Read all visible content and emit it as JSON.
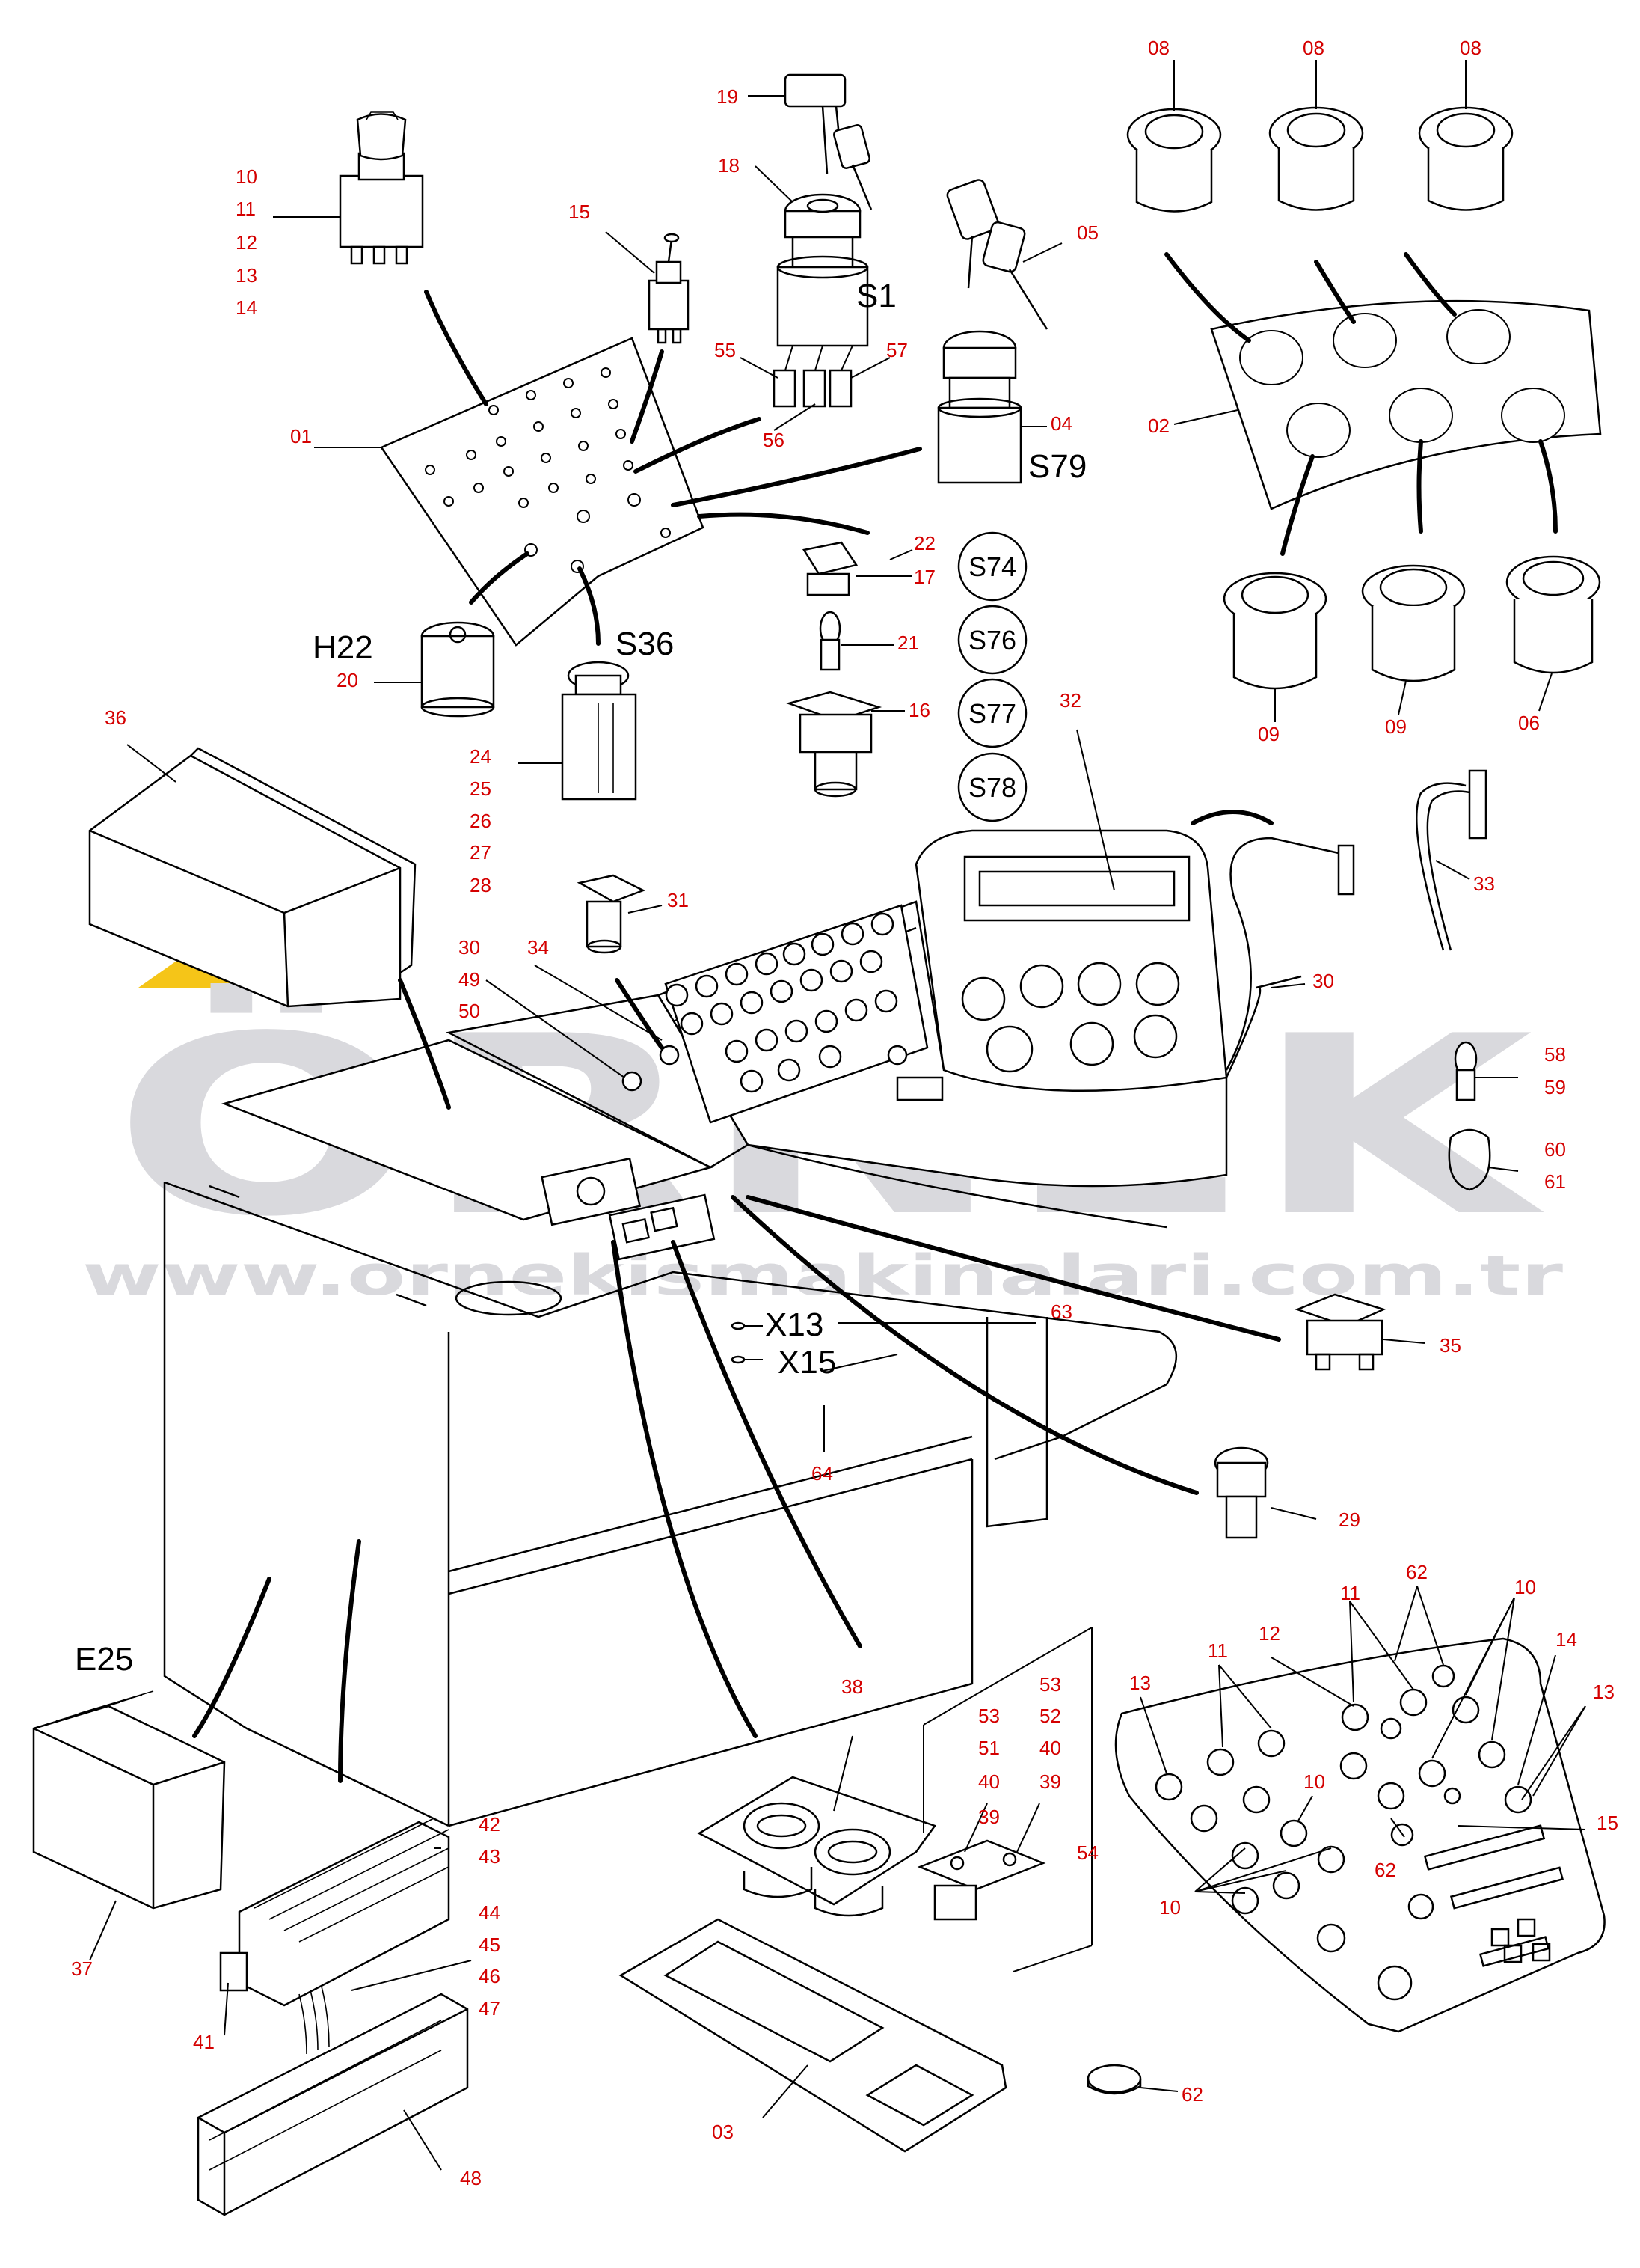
{
  "watermark": {
    "brand": "ÖRNEK",
    "url": "www.ornekismakinalari.com.tr",
    "accent_color": "#f5c518",
    "text_color": "#d9d9dd"
  },
  "colors": {
    "callout": "#d40000",
    "line": "#000000"
  },
  "designations": {
    "S1": "S1",
    "S79": "S79",
    "H22": "H22",
    "S36": "S36",
    "X13": "X13",
    "X15": "X15",
    "E25": "E25"
  },
  "switch_circles": [
    "S74",
    "S76",
    "S77",
    "S78"
  ],
  "callouts": {
    "c_10a": "10",
    "c_11a": "11",
    "c_12a": "12",
    "c_13a": "13",
    "c_14a": "14",
    "c_15a": "15",
    "c_19": "19",
    "c_18": "18",
    "c_55": "55",
    "c_56": "56",
    "c_57": "57",
    "c_05": "05",
    "c_04": "04",
    "c_01": "01",
    "c_22": "22",
    "c_17": "17",
    "c_21": "21",
    "c_16": "16",
    "c_20": "20",
    "c_24": "24",
    "c_25": "25",
    "c_26": "26",
    "c_27": "27",
    "c_28": "28",
    "c_36": "36",
    "c_31": "31",
    "c_30a": "30",
    "c_49": "49",
    "c_50": "50",
    "c_34": "34",
    "c_32": "32",
    "c_30b": "30",
    "c_33": "33",
    "c_08a": "08",
    "c_08b": "08",
    "c_08c": "08",
    "c_02": "02",
    "c_09a": "09",
    "c_09b": "09",
    "c_06": "06",
    "c_58": "58",
    "c_59": "59",
    "c_60": "60",
    "c_61": "61",
    "c_35": "35",
    "c_63": "63",
    "c_64": "64",
    "c_29": "29",
    "c_62a": "62",
    "c_11b": "11",
    "c_10b": "10",
    "c_11c": "11",
    "c_12b": "12",
    "c_14b": "14",
    "c_13b": "13",
    "c_13c": "13",
    "c_10c": "10",
    "c_15b": "15",
    "c_62b": "62",
    "c_10d": "10",
    "c_38": "38",
    "c_53a": "53",
    "c_53b": "53",
    "c_51": "51",
    "c_52": "52",
    "c_40a": "40",
    "c_40b": "40",
    "c_39a": "39",
    "c_39b": "39",
    "c_54": "54",
    "c_42": "42",
    "c_43": "43",
    "c_44": "44",
    "c_45": "45",
    "c_46": "46",
    "c_47": "47",
    "c_41": "41",
    "c_37": "37",
    "c_03": "03",
    "c_48": "48",
    "c_62c": "62"
  }
}
